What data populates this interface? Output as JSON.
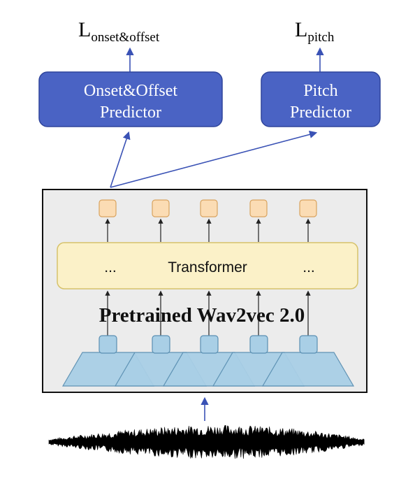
{
  "losses": {
    "onset_main": "L",
    "onset_sub": "onset&offset",
    "pitch_main": "L",
    "pitch_sub": "pitch"
  },
  "predictors": {
    "onset_line1": "Onset&Offset",
    "onset_line2": "Predictor",
    "pitch_line1": "Pitch",
    "pitch_line2": "Predictor"
  },
  "encoder": {
    "title": "Pretrained Wav2vec 2.0",
    "transformer_label": "Transformer",
    "ellipsis_left": "...",
    "ellipsis_right": "..."
  },
  "colors": {
    "predictor_fill": "#4a63c4",
    "arrow": "#3a52b5",
    "encoder_bg": "#ececec",
    "transformer_fill": "#fbf1c8",
    "transformer_stroke": "#d6c26a",
    "output_token_fill": "#fbdcb4",
    "output_token_stroke": "#d9a35f",
    "cnn_fill": "#a9cfe6",
    "cnn_stroke": "#5a8fb2",
    "waveform": "#000000"
  },
  "icons": {
    "waveform": "audio-waveform-icon"
  }
}
